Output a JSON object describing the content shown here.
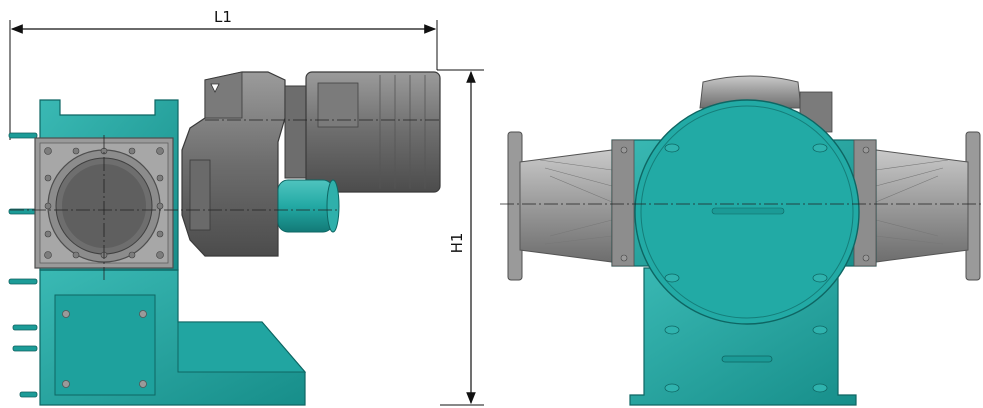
{
  "dimensions": {
    "length_label": "L1",
    "height_label": "H1"
  },
  "colors": {
    "body_teal": "#1fa8a4",
    "body_teal_dark": "#147d7a",
    "body_teal_light": "#5cc6c1",
    "steel_gray": "#8d8d8d",
    "steel_dark": "#5a5a5a",
    "steel_light": "#bdbdbd",
    "dim_line": "#111111"
  },
  "views": {
    "side": "side-view",
    "front": "front-view"
  }
}
